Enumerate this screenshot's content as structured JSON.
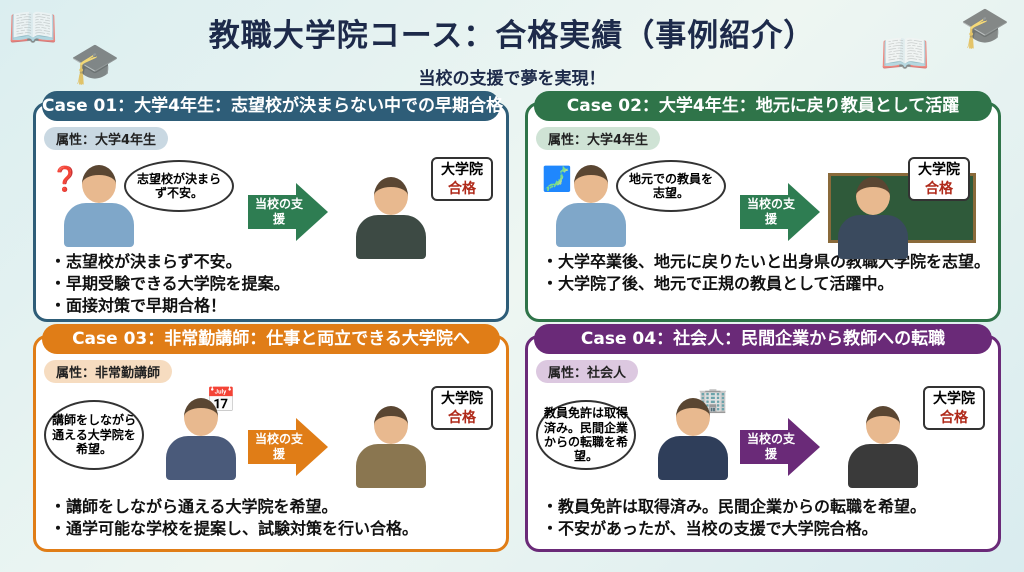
{
  "header": {
    "title": "教職大学院コース：合格実績（事例紹介）",
    "subtitle": "当校の支援で夢を実現！"
  },
  "support_label": "当校の支援",
  "pass_label": {
    "line1": "大学院",
    "line2": "合格"
  },
  "cases": [
    {
      "title": "Case 01：大学4年生：志望校が決まらない中での早期合格",
      "attribute": "属性：大学4年生",
      "thought": "志望校が決まらず不安。",
      "color": "#2e5d78",
      "light": "#c9d8e2",
      "arrow": "#2e7d52",
      "icon": "question-mark-icon",
      "bullets": [
        "・志望校が決まらず不安。",
        "・早期受験できる大学院を提案。",
        "・面接対策で早期合格！"
      ]
    },
    {
      "title": "Case 02：大学4年生：地元に戻り教員として活躍",
      "attribute": "属性：大学4年生",
      "thought": "地元での教員を志望。",
      "color": "#2f7449",
      "light": "#cfe3d5",
      "arrow": "#2e7d52",
      "icon": "japan-map-icon",
      "bullets": [
        "・大学卒業後、地元に戻りたいと出身県の教職大学院を志望。",
        "・大学院了後、地元で正規の教員として活躍中。"
      ]
    },
    {
      "title": "Case 03：非常勤講師：仕事と両立できる大学院へ",
      "attribute": "属性：非常勤講師",
      "thought": "講師をしながら通える大学院を希望。",
      "color": "#e07d17",
      "light": "#f6dcc0",
      "arrow": "#e07d17",
      "icon": "calendar-icon",
      "bullets": [
        "・講師をしながら通える大学院を希望。",
        "・通学可能な学校を提案し、試験対策を行い合格。"
      ]
    },
    {
      "title": "Case 04：社会人：民間企業から教師への転職",
      "attribute": "属性：社会人",
      "thought": "教員免許は取得済み。民間企業からの転職を希望。",
      "color": "#6a2a78",
      "light": "#dcc8e0",
      "arrow": "#6a2a78",
      "icon": "office-building-icon",
      "bullets": [
        "・教員免許は取得済み。民間企業からの転職を希望。",
        "・不安があったが、当校の支援で大学院合格。"
      ]
    }
  ]
}
